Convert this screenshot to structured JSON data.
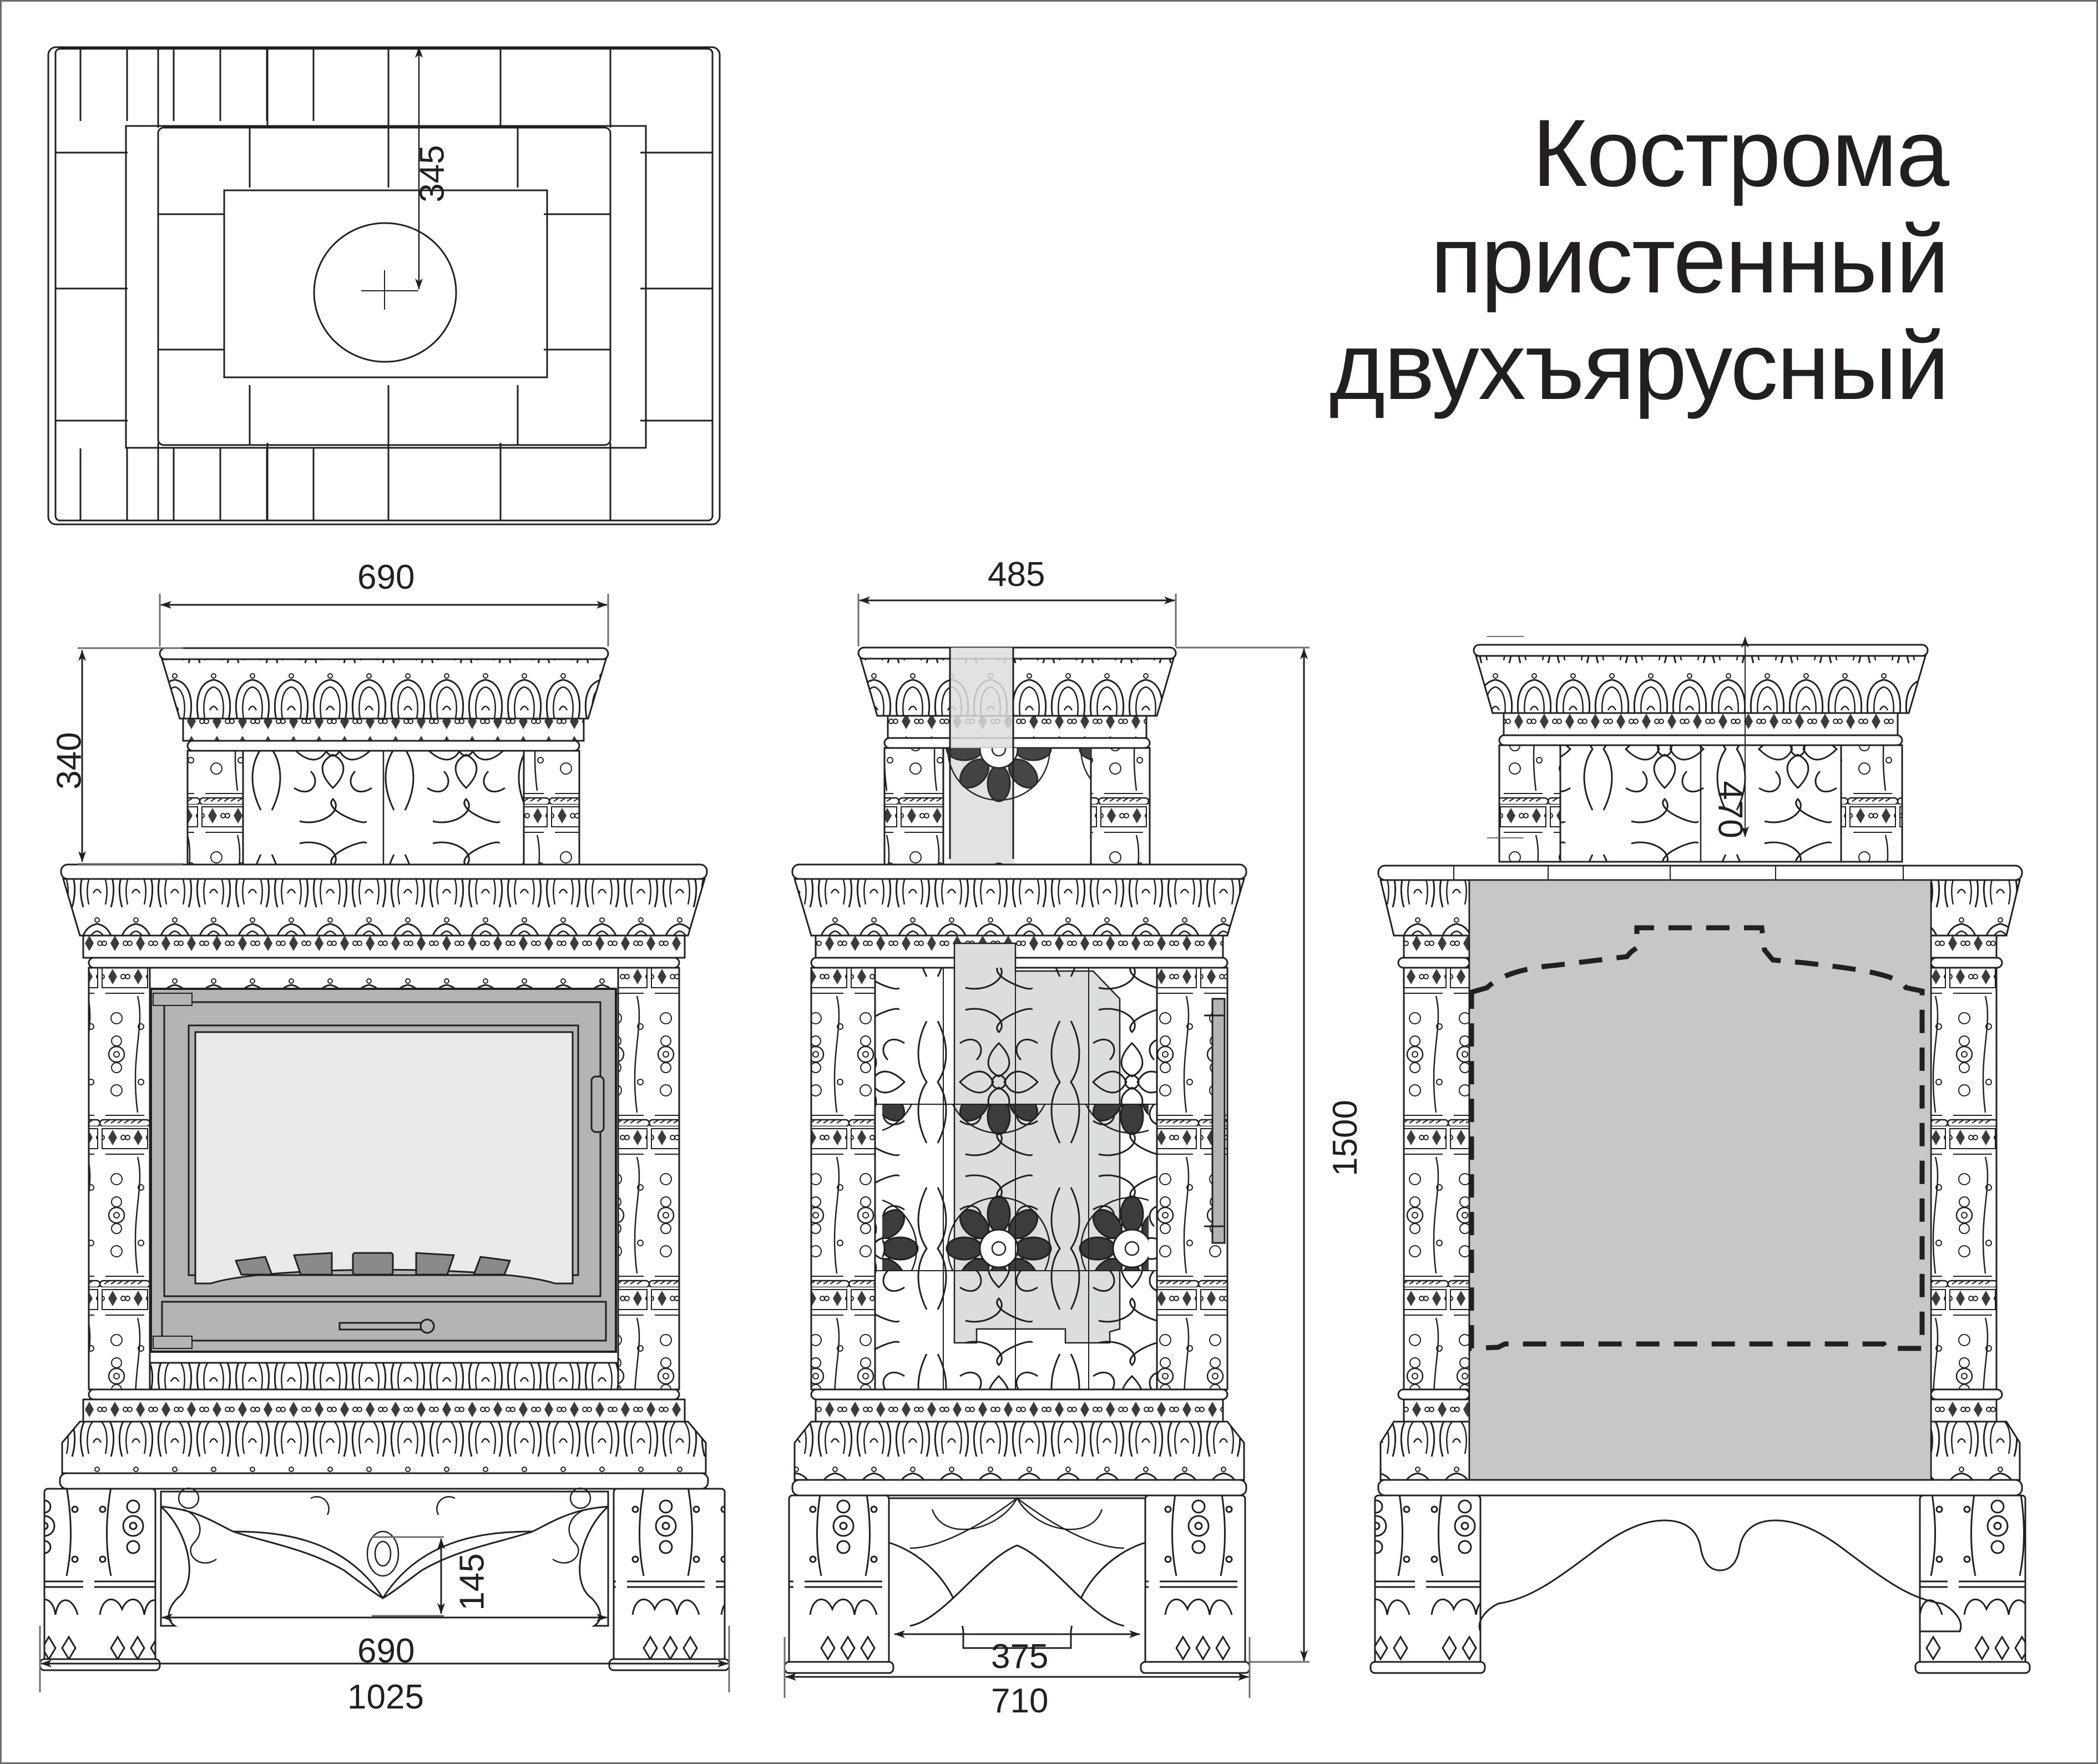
{
  "title": {
    "lines": [
      "Кострома",
      "пристенный",
      "двухъярусный"
    ]
  },
  "colors": {
    "ink": "#231f20",
    "frame": "#6d6d6d",
    "door_metal": "#b3b4b4",
    "door_glass": "#e9eaea",
    "door_vent": "#8a8a8a",
    "firebox_section": "#c6c7c7",
    "flue_highlight": "#dcdddd",
    "rosette_fill": "#3c3c3c"
  },
  "views": {
    "plan": {
      "label": "plan-view",
      "dimensions": {
        "flue_offset": "345"
      }
    },
    "front": {
      "label": "front-view",
      "dimensions": {
        "top_width": "690",
        "upper_tier_height": "340",
        "arch_height": "145",
        "legs_inner_width": "690",
        "overall_width": "1025"
      }
    },
    "side": {
      "label": "side-view",
      "dimensions": {
        "top_width": "485",
        "overall_height": "1500",
        "legs_inner_width": "375",
        "overall_width": "710"
      }
    },
    "back": {
      "label": "back-view",
      "dimensions": {
        "flue_height": "470"
      }
    }
  }
}
